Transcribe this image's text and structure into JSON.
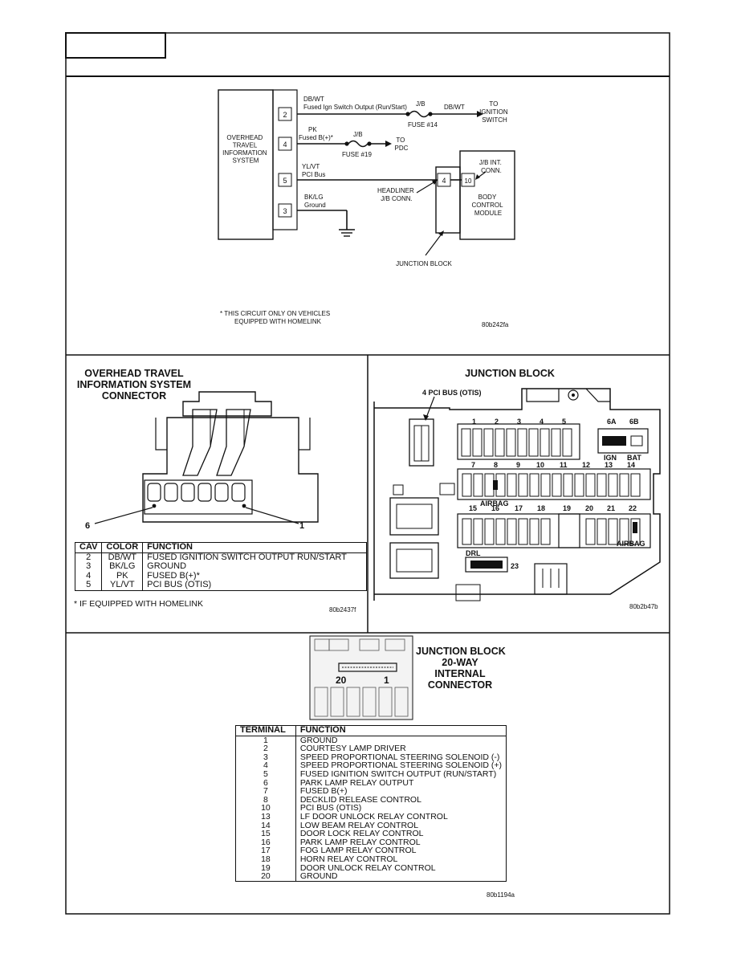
{
  "wiring": {
    "module_label": [
      "OVERHEAD",
      "TRAVEL",
      "INFORMATION",
      "SYSTEM"
    ],
    "pins": [
      "2",
      "4",
      "5",
      "3"
    ],
    "wire_ign": {
      "color": "DB/WT",
      "name": "Fused Ign Switch Output (Run/Start)"
    },
    "jb_label": "J/B",
    "wire_ign_out_color": "DB/WT",
    "fuse_14": "FUSE #14",
    "to_ignition": [
      "TO",
      "IGNITION",
      "SWITCH"
    ],
    "wire_b_plus": {
      "color": "PK",
      "name": "Fused B(+)*"
    },
    "fuse_19": "FUSE #19",
    "to_pdc": [
      "TO",
      "PDC"
    ],
    "wire_pci": {
      "color": "YL/VT",
      "name": "PCI Bus"
    },
    "wire_ground": {
      "color": "BK/LG",
      "name": "Ground"
    },
    "headliner_conn": [
      "HEADLINER",
      "J/B CONN."
    ],
    "jb_int_conn": [
      "J/B INT.",
      "CONN."
    ],
    "bcm_label": [
      "BODY",
      "CONTROL",
      "MODULE"
    ],
    "jb_pin": "4",
    "bcm_pin": "10",
    "junction_block_label": "JUNCTION BLOCK",
    "footnote": [
      "* THIS CIRCUIT ONLY ON VEHICLES",
      "EQUIPPED WITH HOMELINK"
    ],
    "figure_id": "80b242fa"
  },
  "connector": {
    "title": [
      "OVERHEAD TRAVEL",
      "INFORMATION SYSTEM",
      "CONNECTOR"
    ],
    "pin_left": "6",
    "pin_right": "1",
    "table_headers": [
      "CAV",
      "COLOR",
      "FUNCTION"
    ],
    "rows": [
      {
        "cav": "2",
        "color": "DB/WT",
        "function": "FUSED IGNITION SWITCH OUTPUT RUN/START"
      },
      {
        "cav": "3",
        "color": "BK/LG",
        "function": "GROUND"
      },
      {
        "cav": "4",
        "color": "PK",
        "function": "FUSED B(+)*"
      },
      {
        "cav": "5",
        "color": "YL/VT",
        "function": "PCI BUS (OTIS)"
      }
    ],
    "footnote": "* IF EQUIPPED WITH HOMELINK",
    "figure_id": "80b2437f"
  },
  "junction_block": {
    "title": "JUNCTION BLOCK",
    "pci_label": "4 PCI BUS (OTIS)",
    "row1": [
      "1",
      "2",
      "3",
      "4",
      "5"
    ],
    "row1_right": [
      "6A",
      "6B"
    ],
    "ign_bat": [
      "IGN",
      "BAT"
    ],
    "row2": [
      "7",
      "8",
      "9",
      "10",
      "11",
      "12",
      "13",
      "14"
    ],
    "airbag_mid": "AIRBAG",
    "row3": [
      "15",
      "16",
      "17",
      "18",
      "19",
      "20",
      "21",
      "22"
    ],
    "drl": "DRL",
    "airbag_right": "AIRBAG",
    "fuse_23": "23",
    "figure_id": "80b2b47b"
  },
  "internal_connector": {
    "title": [
      "JUNCTION BLOCK",
      "20-WAY",
      "INTERNAL",
      "CONNECTOR"
    ],
    "pin_left": "20",
    "pin_right": "1",
    "table_headers": [
      "TERMINAL",
      "FUNCTION"
    ],
    "rows": [
      {
        "terminal": "1",
        "function": "GROUND"
      },
      {
        "terminal": "2",
        "function": "COURTESY LAMP DRIVER"
      },
      {
        "terminal": "3",
        "function": "SPEED PROPORTIONAL STEERING SOLENOID (-)"
      },
      {
        "terminal": "4",
        "function": "SPEED PROPORTIONAL STEERING SOLENOID (+)"
      },
      {
        "terminal": "5",
        "function": "FUSED IGNITION SWITCH OUTPUT (RUN/START)"
      },
      {
        "terminal": "6",
        "function": "PARK LAMP RELAY OUTPUT"
      },
      {
        "terminal": "7",
        "function": "FUSED B(+)"
      },
      {
        "terminal": "8",
        "function": "DECKLID RELEASE CONTROL"
      },
      {
        "terminal": "10",
        "function": "PCI BUS (OTIS)"
      },
      {
        "terminal": "13",
        "function": "LF DOOR UNLOCK RELAY CONTROL"
      },
      {
        "terminal": "14",
        "function": "LOW BEAM RELAY CONTROL"
      },
      {
        "terminal": "15",
        "function": "DOOR LOCK RELAY CONTROL"
      },
      {
        "terminal": "16",
        "function": "PARK LAMP RELAY CONTROL"
      },
      {
        "terminal": "17",
        "function": "FOG LAMP RELAY CONTROL"
      },
      {
        "terminal": "18",
        "function": "HORN RELAY CONTROL"
      },
      {
        "terminal": "19",
        "function": "DOOR UNLOCK RELAY CONTROL"
      },
      {
        "terminal": "20",
        "function": "GROUND"
      }
    ],
    "figure_id": "80b1194a"
  }
}
